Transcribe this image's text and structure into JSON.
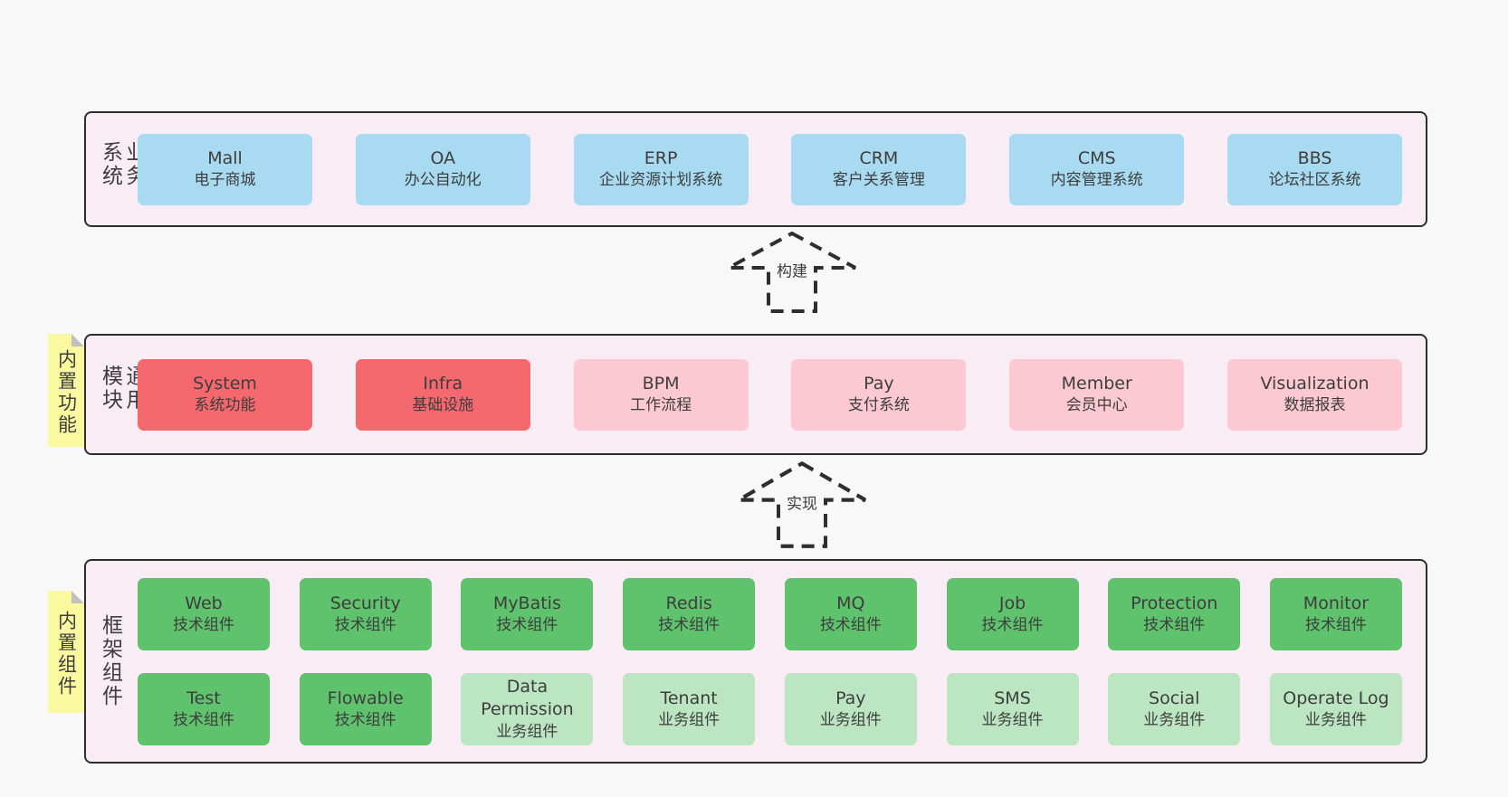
{
  "colors": {
    "page_bg": "#f8f8f8",
    "band_bg": "#f8edf5",
    "band_border": "#2e2e2e",
    "text": "#3d3d3d",
    "blue": "#a8dbf2",
    "red": "#f5686e",
    "pink": "#fcc9d2",
    "green": "#5fc36d",
    "light_green": "#bbe6c1",
    "sticky_yellow": "#fbf9a0",
    "sticky_fold": "#c0c0c0"
  },
  "arrows": [
    {
      "label": "构建"
    },
    {
      "label": "实现"
    }
  ],
  "bands": [
    {
      "label": "业务系统",
      "sticky": null,
      "rows": [
        [
          {
            "title": "Mall",
            "subtitle": "电子商城",
            "color": "blue"
          },
          {
            "title": "OA",
            "subtitle": "办公自动化",
            "color": "blue"
          },
          {
            "title": "ERP",
            "subtitle": "企业资源计划系统",
            "color": "blue"
          },
          {
            "title": "CRM",
            "subtitle": "客户关系管理",
            "color": "blue"
          },
          {
            "title": "CMS",
            "subtitle": "内容管理系统",
            "color": "blue"
          },
          {
            "title": "BBS",
            "subtitle": "论坛社区系统",
            "color": "blue"
          }
        ]
      ]
    },
    {
      "label": "通用模块",
      "sticky": "内置功能",
      "rows": [
        [
          {
            "title": "System",
            "subtitle": "系统功能",
            "color": "red"
          },
          {
            "title": "Infra",
            "subtitle": "基础设施",
            "color": "red"
          },
          {
            "title": "BPM",
            "subtitle": "工作流程",
            "color": "pink"
          },
          {
            "title": "Pay",
            "subtitle": "支付系统",
            "color": "pink"
          },
          {
            "title": "Member",
            "subtitle": "会员中心",
            "color": "pink"
          },
          {
            "title": "Visualization",
            "subtitle": "数据报表",
            "color": "pink"
          }
        ]
      ]
    },
    {
      "label": "框架组件",
      "sticky": "内置组件",
      "rows": [
        [
          {
            "title": "Web",
            "subtitle": "技术组件",
            "color": "green"
          },
          {
            "title": "Security",
            "subtitle": "技术组件",
            "color": "green"
          },
          {
            "title": "MyBatis",
            "subtitle": "技术组件",
            "color": "green"
          },
          {
            "title": "Redis",
            "subtitle": "技术组件",
            "color": "green"
          },
          {
            "title": "MQ",
            "subtitle": "技术组件",
            "color": "green"
          },
          {
            "title": "Job",
            "subtitle": "技术组件",
            "color": "green"
          },
          {
            "title": "Protection",
            "subtitle": "技术组件",
            "color": "green"
          },
          {
            "title": "Monitor",
            "subtitle": "技术组件",
            "color": "green"
          }
        ],
        [
          {
            "title": "Test",
            "subtitle": "技术组件",
            "color": "green"
          },
          {
            "title": "Flowable",
            "subtitle": "技术组件",
            "color": "green"
          },
          {
            "title": "Data Permission",
            "subtitle": "业务组件",
            "color": "light_green"
          },
          {
            "title": "Tenant",
            "subtitle": "业务组件",
            "color": "light_green"
          },
          {
            "title": "Pay",
            "subtitle": "业务组件",
            "color": "light_green"
          },
          {
            "title": "SMS",
            "subtitle": "业务组件",
            "color": "light_green"
          },
          {
            "title": "Social",
            "subtitle": "业务组件",
            "color": "light_green"
          },
          {
            "title": "Operate Log",
            "subtitle": "业务组件",
            "color": "light_green"
          }
        ]
      ]
    }
  ]
}
